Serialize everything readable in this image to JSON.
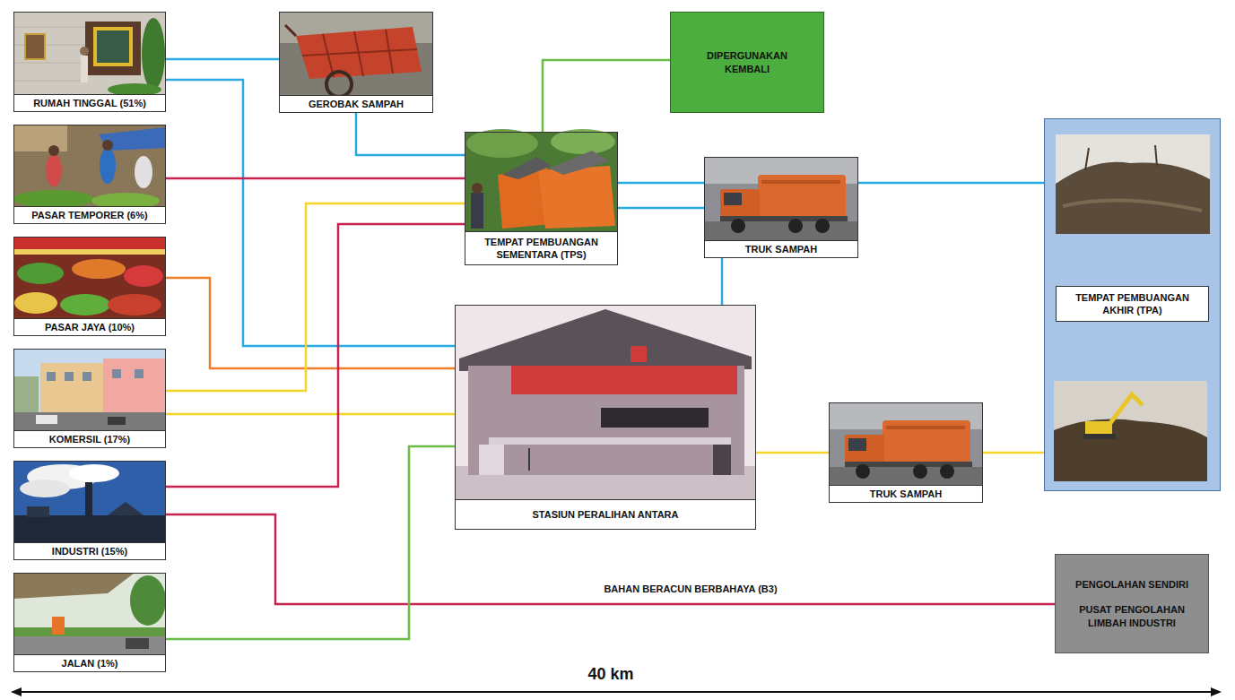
{
  "diagram": {
    "nodes": [
      {
        "text": [
          "RUMAH TINGGAL (51%)"
        ]
      },
      {
        "text": [
          "GEROBAK SAMPAH"
        ]
      },
      {
        "text": [
          "DIPERGUNAKAN KEMBALI"
        ]
      },
      {
        "text": [
          "PASAR TEMPORER (6%)"
        ]
      },
      {
        "text": [
          "TEMPAT PEMBUANGAN SEMENTARA (TPS)"
        ]
      },
      {
        "text": [
          "TRUK SAMPAH"
        ]
      },
      {
        "text": [
          "TEMPAT PEMBUANGAN AKHIR (TPA)"
        ]
      },
      {
        "text": [
          "PASAR JAYA (10%)"
        ]
      },
      {
        "text": [
          "KOMERSIL (17%)"
        ]
      },
      {
        "text": [
          "STASIUN PERALIHAN ANTARA"
        ]
      },
      {
        "text": [
          "INDUSTRI (15%)"
        ]
      },
      {
        "text": [
          "TRUK SAMPAH"
        ]
      },
      {
        "text": [
          "JALAN (1%)"
        ]
      },
      {
        "text": [
          "PENGOLAHAN SENDIRI",
          "PUSAT PENGOLAHAN LIMBAH INDUSTRI"
        ]
      }
    ],
    "edges": [
      {
        "from": 0,
        "to": 1,
        "arrow": "none"
      },
      {
        "from": 1,
        "to": 4,
        "arrow": "none"
      },
      {
        "from": 0,
        "to": 9,
        "arrow": "none"
      },
      {
        "from": 3,
        "to": 4,
        "arrow": "none"
      },
      {
        "from": 7,
        "to": 9,
        "arrow": "none"
      },
      {
        "from": 8,
        "to": 4,
        "arrow": "none"
      },
      {
        "from": 8,
        "to": 9,
        "arrow": "none"
      },
      {
        "from": 10,
        "to": 4,
        "arrow": "none"
      },
      {
        "from": 10,
        "to": 13,
        "label": "BAHAN BERACUN BERBAHAYA (B3)",
        "arrow": "none"
      },
      {
        "from": 12,
        "to": 9,
        "arrow": "none"
      },
      {
        "from": 4,
        "to": 2,
        "arrow": "none"
      },
      {
        "from": 4,
        "to": 5,
        "arrow": "none"
      },
      {
        "from": 4,
        "to": 5,
        "arrow": "none"
      },
      {
        "from": 5,
        "to": 6,
        "arrow": "none"
      },
      {
        "from": 9,
        "to": 5,
        "arrow": "none"
      },
      {
        "from": 9,
        "to": 11,
        "arrow": "none"
      },
      {
        "from": 11,
        "to": 6,
        "arrow": "none"
      }
    ],
    "labels": [
      "40 km"
    ]
  }
}
